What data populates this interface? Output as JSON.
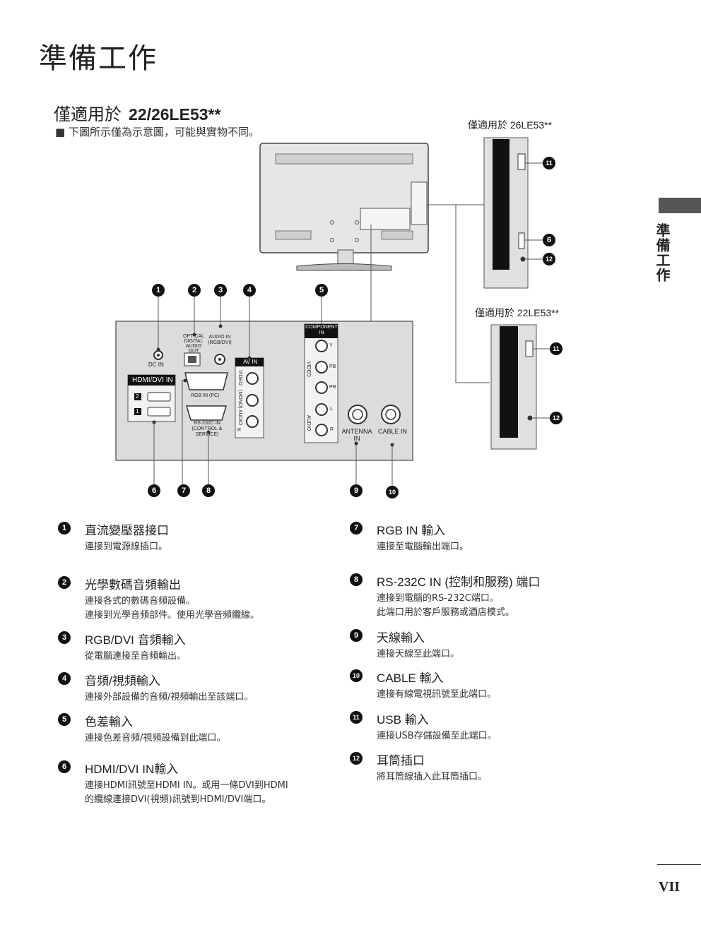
{
  "page_title": "準備工作",
  "section": {
    "title_prefix": "僅適用於",
    "title_model": "22/26LE53**",
    "note": "■ 下圖所示僅為示意圖，可能與實物不同。"
  },
  "side_panels": {
    "label_26": "僅適用於  26LE53**",
    "label_22": "僅適用於  22LE53**"
  },
  "sidebar_tab": "準備工作",
  "page_number": "VII",
  "panel_labels": {
    "dc_in": "DC IN",
    "optical": [
      "OPTICAL",
      "DIGITAL",
      "AUDIO OUT"
    ],
    "audio_in": [
      "AUDIO IN",
      "(RGB/DVI)"
    ],
    "av_in": "AV IN",
    "component": [
      "COMPONENT",
      "IN"
    ],
    "hdmi_dvi_in": "HDMI/DVI IN",
    "rgb_in_pc": "RGB IN (PC)",
    "rs232c": [
      "RS-232C  IN",
      "(CONTROL & SERVICE)"
    ],
    "antenna": [
      "ANTENNA",
      "IN"
    ],
    "cable_in": "CABLE IN",
    "video": "VIDEO",
    "audio": "AUDIO",
    "mono": "(MONO)",
    "l": "L",
    "r": "R",
    "y": "Y",
    "pb": "PB",
    "pr": "PR",
    "hdmi_2": "2",
    "hdmi_1": "1"
  },
  "callouts": [
    "1",
    "2",
    "3",
    "4",
    "5",
    "6",
    "7",
    "8",
    "9",
    "10",
    "11",
    "12"
  ],
  "items": [
    {
      "num": "1",
      "title": "直流變壓器接口",
      "desc": "連接到電源線插口。"
    },
    {
      "num": "2",
      "title": "光學數碼音頻輸出",
      "desc": "連接各式的數碼音頻設備。\n連接到光學音頻部件。使用光學音頻纜線。"
    },
    {
      "num": "3",
      "title": "RGB/DVI 音頻輸入",
      "desc": "從電腦連接至音頻輸出。"
    },
    {
      "num": "4",
      "title": "音頻/視頻輸入",
      "desc": "連接外部設備的音頻/視頻輸出至該端口。"
    },
    {
      "num": "5",
      "title": "色差輸入",
      "desc": "連接色差音頻/視頻設備到此端口。"
    },
    {
      "num": "6",
      "title": "HDMI/DVI IN輸入",
      "desc": "連接HDMI訊號至HDMI IN。或用一條DVI到HDMI\n的纜線連接DVI(視頻)訊號到HDMI/DVI端口。"
    },
    {
      "num": "7",
      "title": "RGB IN 輸入",
      "desc": "連接至電腦輸出端口。"
    },
    {
      "num": "8",
      "title": "RS-232C IN (控制和服務) 端口",
      "desc": "連接到電腦的RS-232C端口。\n此端口用於客戶服務或酒店模式。"
    },
    {
      "num": "9",
      "title": "天線輸入",
      "desc": "連接天線至此端口。"
    },
    {
      "num": "10",
      "title": "CABLE 輸入",
      "desc": "連接有線電視訊號至此端口。"
    },
    {
      "num": "11",
      "title": "USB 輸入",
      "desc": "連接USB存儲設備至此端口。"
    },
    {
      "num": "12",
      "title": "耳筒插口",
      "desc": "將耳筒線插入此耳筒插口。"
    }
  ]
}
